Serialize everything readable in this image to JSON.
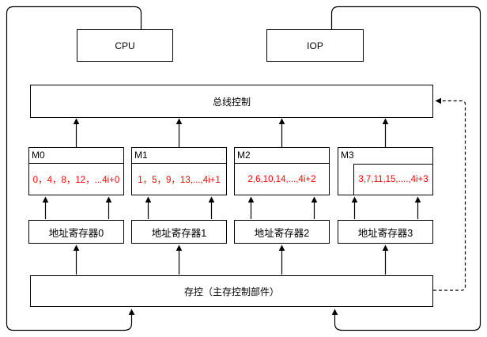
{
  "diagram": {
    "title_hint": "four-way interleaved main memory organization",
    "cpu_label": "CPU",
    "iop_label": "IOP",
    "bus_label": "总线控制",
    "memory_controller_label": "存控（主存控制部件）",
    "modules": [
      {
        "label": "M0",
        "values": "0，4，8，12，...4i+0"
      },
      {
        "label": "M1",
        "values": "1，5，9，13,...,4i+1"
      },
      {
        "label": "M2",
        "values": "2,6,10,14,...,4i+2"
      },
      {
        "label": "M3",
        "values": "3,7,11,15,....,4i+3"
      }
    ],
    "registers": [
      {
        "label": "地址寄存器0"
      },
      {
        "label": "地址寄存器1"
      },
      {
        "label": "地址寄存器2"
      },
      {
        "label": "地址寄存器3"
      }
    ],
    "colors": {
      "line": "#000000",
      "values_text": "#ff0000",
      "background": "#ffffff"
    }
  }
}
